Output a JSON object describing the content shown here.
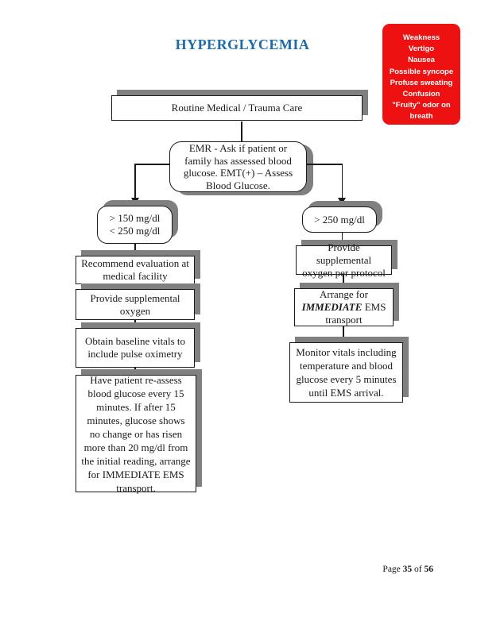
{
  "title": {
    "text": "HYPERGLYCEMIA",
    "color": "#1f6aa5"
  },
  "symptoms": {
    "color": "#ee1111",
    "lines": [
      "Weakness",
      "Vertigo",
      "Nausea",
      "Possible syncope",
      "Profuse sweating",
      "Confusion",
      "\"Fruity\" odor on breath"
    ]
  },
  "flow": {
    "routine": {
      "label": "Routine Medical / Trauma Care"
    },
    "emr": {
      "label": "EMR - Ask if patient or family has assessed blood glucose. EMT(+) – Assess Blood Glucose."
    },
    "decision_left": {
      "line1": "> 150 mg/dl",
      "line2": "< 250 mg/dl"
    },
    "decision_right": {
      "label": "> 250 mg/dl"
    },
    "left_branch": [
      {
        "label": "Recommend evaluation at medical facility"
      },
      {
        "label": "Provide supplemental oxygen"
      },
      {
        "label": "Obtain baseline vitals to include pulse oximetry"
      },
      {
        "label": "Have patient re-assess blood glucose every 15 minutes. If after 15 minutes, glucose shows no change or has risen more than 20 mg/dl from the initial reading, arrange for IMMEDIATE EMS transport."
      }
    ],
    "right_branch": {
      "oxygen": {
        "label": "Provide supplemental oxygen per protocol"
      },
      "arrange": {
        "pre": "Arrange for",
        "emphasis": "IMMEDIATE",
        "post": " EMS transport"
      },
      "monitor": {
        "label": "Monitor vitals including temperature and blood glucose every 5 minutes until EMS arrival."
      }
    }
  },
  "footer": {
    "prefix": "Page",
    "page": "35",
    "of": "of",
    "total": "56"
  }
}
